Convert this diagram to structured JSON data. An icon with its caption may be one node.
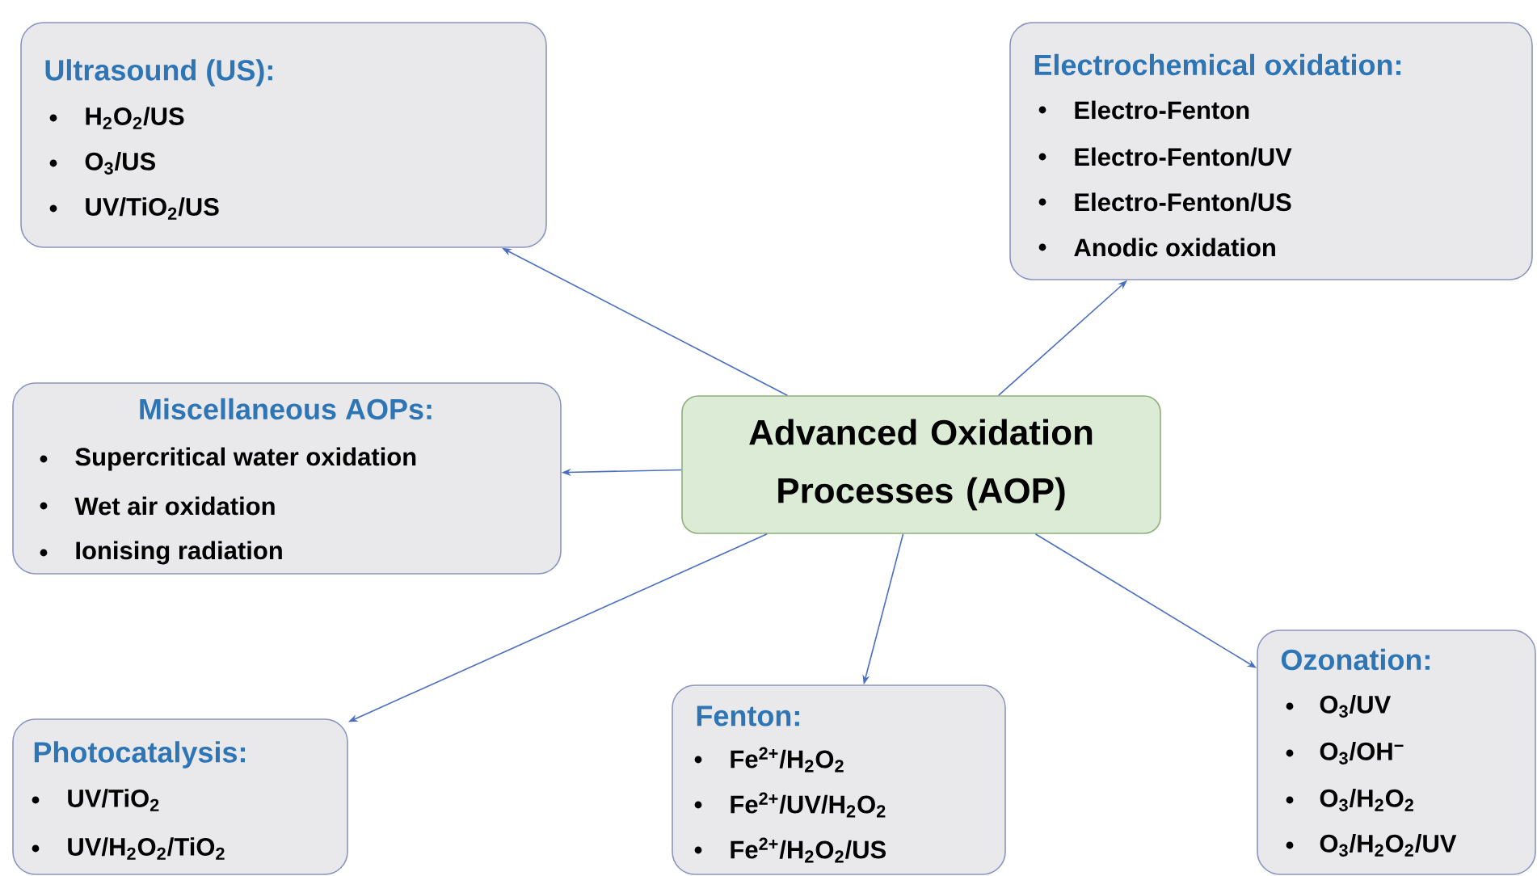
{
  "diagram": {
    "nodes": [
      {
        "text": [
          "Ultrasound (US):",
          "H$_{2}$O$_{2}$/US",
          "O$_{3}$/US",
          "UV/TiO$_{2}$/US"
        ]
      },
      {
        "text": [
          "Electrochemical oxidation:",
          "Electro-Fenton",
          "Electro-Fenton/UV",
          "Electro-Fenton/US",
          "Anodic oxidation"
        ]
      },
      {
        "text": [
          "Miscellaneous AOPs:",
          "Supercritical water oxidation",
          "Wet air oxidation",
          "Ionising radiation"
        ]
      },
      {
        "text": [
          "Advanced Oxidation Processes (AOP)"
        ]
      },
      {
        "text": [
          "Photocatalysis:",
          "UV/TiO$_{2}$",
          "UV/H$_{2}$O$_{2}$/TiO$_{2}$"
        ]
      },
      {
        "text": [
          "Fenton:",
          "Fe$^{2+}$/H$_{2}$O$_{2}$",
          "Fe$^{2+}$/UV/H$_{2}$O$_{2}$",
          "Fe$^{2+}$/H$_{2}$O$_{2}$/US"
        ]
      },
      {
        "text": [
          "Ozonation:",
          "O$_{3}$/UV",
          "O$_{3}$/OH$^{−}$",
          "O$_{3}$/H$_{2}$O$_{2}$",
          "O$_{3}$/H$_{2}$O$_{2}$/UV"
        ]
      }
    ],
    "edges": [
      {
        "from": 3,
        "to": 0,
        "arrow": "to"
      },
      {
        "from": 3,
        "to": 1,
        "arrow": "to"
      },
      {
        "from": 3,
        "to": 2,
        "arrow": "to"
      },
      {
        "from": 3,
        "to": 4,
        "arrow": "to"
      },
      {
        "from": 3,
        "to": 5,
        "arrow": "to"
      },
      {
        "from": 3,
        "to": 6,
        "arrow": "to"
      }
    ]
  }
}
